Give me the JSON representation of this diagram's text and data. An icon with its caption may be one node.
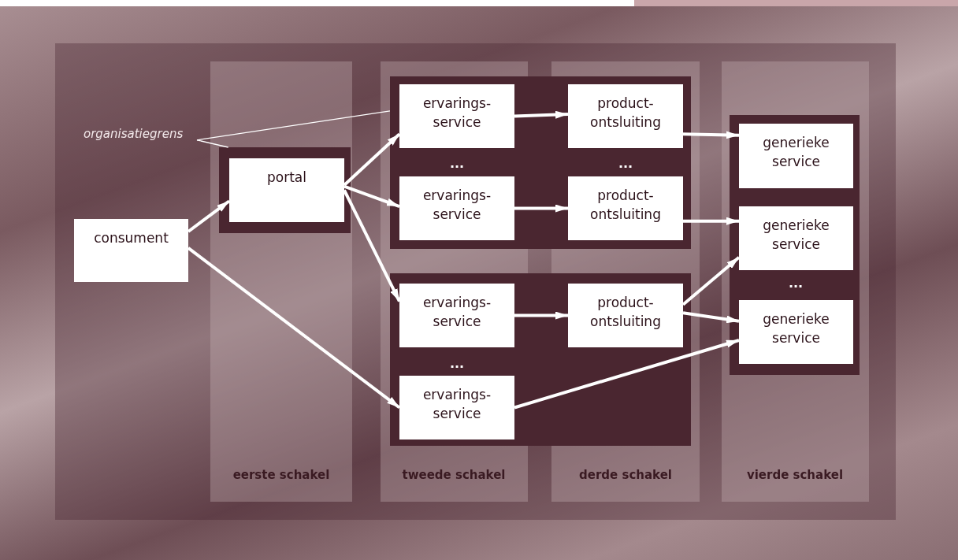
{
  "diagram": {
    "nodes": [
      {
        "text": [
          "consument"
        ]
      },
      {
        "text": [],
        "shape": "box"
      },
      {
        "text": [
          "portal"
        ],
        "in": 1
      },
      {
        "text": [],
        "shape": "box"
      },
      {
        "text": [
          "ervarings- service"
        ],
        "in": 3
      },
      {
        "text": [
          "product- ontsluiting"
        ],
        "in": 3
      },
      {
        "text": [
          "ervarings- service"
        ],
        "in": 3
      },
      {
        "text": [
          "product- ontsluiting"
        ],
        "in": 3
      },
      {
        "text": [],
        "shape": "box"
      },
      {
        "text": [
          "ervarings- service"
        ],
        "in": 8
      },
      {
        "text": [
          "product- ontsluiting"
        ],
        "in": 8
      },
      {
        "text": [
          "ervarings- service"
        ],
        "in": 8
      },
      {
        "text": [],
        "shape": "box"
      },
      {
        "text": [
          "generieke service"
        ],
        "in": 12
      },
      {
        "text": [
          "generieke service"
        ],
        "in": 12
      },
      {
        "text": [
          "generieke service"
        ],
        "in": 12
      },
      {
        "text": [
          "organisatiegrens"
        ]
      }
    ],
    "edges": [
      {
        "from": 0,
        "to": 2,
        "arrow": "to"
      },
      {
        "from": 0,
        "to": 11,
        "arrow": "to"
      },
      {
        "from": 2,
        "to": 4,
        "arrow": "to"
      },
      {
        "from": 2,
        "to": 6,
        "arrow": "to"
      },
      {
        "from": 2,
        "to": 9,
        "arrow": "to"
      },
      {
        "from": 4,
        "to": 5,
        "arrow": "to"
      },
      {
        "from": 6,
        "to": 7,
        "arrow": "to"
      },
      {
        "from": 9,
        "to": 10,
        "arrow": "to"
      },
      {
        "from": 5,
        "to": 13,
        "arrow": "to"
      },
      {
        "from": 7,
        "to": 14,
        "arrow": "to"
      },
      {
        "from": 10,
        "to": 14,
        "arrow": "to"
      },
      {
        "from": 10,
        "to": 15,
        "arrow": "to"
      },
      {
        "from": 11,
        "to": 15,
        "arrow": "to"
      },
      {
        "from": 16,
        "to": 1,
        "arrow": "none"
      },
      {
        "from": 16,
        "to": 3,
        "arrow": "none"
      }
    ],
    "labels": [
      "...",
      "...",
      "...",
      "...",
      "eerste schakel",
      "tweede schakel",
      "derde schakel",
      "vierde schakel"
    ]
  }
}
